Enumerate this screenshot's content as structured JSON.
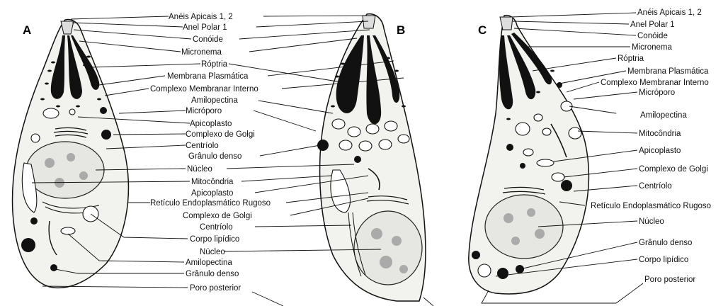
{
  "panels": {
    "a": "A",
    "b": "B",
    "c": "C"
  },
  "labels_ab": {
    "aneis_apicais": "Anéis Apicais 1, 2",
    "anel_polar": "Anel Polar 1",
    "conoide": "Conóide",
    "micronema": "Micronema",
    "roptria": "Róptria",
    "membrana_plasmatica": "Membrana Plasmática",
    "complexo_membranar": "Complexo Membranar Interno",
    "amilopectina_top": "Amilopectina",
    "microporo": "Micróporo",
    "apicoplasto_top": "Apicoplasto",
    "golgi_top": "Complexo de Golgi",
    "centriolo_top": "Centríolo",
    "granulo_top": "Grânulo denso",
    "nucleo_top": "Núcleo",
    "mitocondria": "Mitocôndria",
    "apicoplasto_mid": "Apicoplasto",
    "reticulo": "Retículo Endoplasmático Rugoso",
    "golgi_mid": "Complexo de Golgi",
    "centriolo_mid": "Centríolo",
    "corpo_lipidico": "Corpo lipídico",
    "nucleo_mid": "Núcleo",
    "amilopectina_bot": "Amilopectina",
    "granulo_bot": "Grânulo denso",
    "poro_posterior": "Poro posterior"
  },
  "labels_c": {
    "aneis_apicais": "Anéis Apicais 1, 2",
    "anel_polar": "Anel Polar 1",
    "conoide": "Conóide",
    "micronema": "Micronema",
    "roptria": "Róptria",
    "membrana_plasmatica": "Membrana Plasmática",
    "complexo_membranar": "Complexo Membranar Interno",
    "microporo": "Micróporo",
    "amilopectina": "Amilopectina",
    "mitocondria": "Mitocôndria",
    "apicoplasto": "Apicoplasto",
    "golgi": "Complexo de Golgi",
    "centriolo": "Centríolo",
    "reticulo": "Retículo Endoplasmático Rugoso",
    "nucleo": "Núcleo",
    "granulo": "Grânulo denso",
    "corpo_lipidico": "Corpo lipídico",
    "poro_posterior": "Poro posterior"
  }
}
